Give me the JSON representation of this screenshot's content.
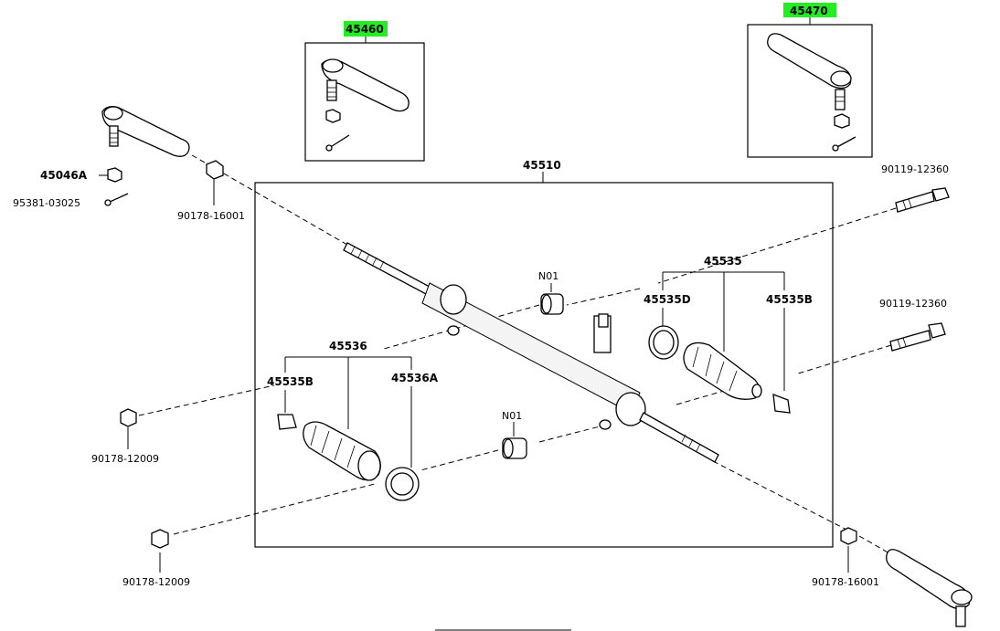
{
  "colors": {
    "highlight": "#22ee22",
    "ink": "#000000",
    "background": "#ffffff"
  },
  "labels": {
    "p45460": "45460",
    "p45470": "45470",
    "p45510": "45510",
    "p45046A": "45046A",
    "p95381": "95381-03025",
    "p90178_16001_left": "90178-16001",
    "p90178_16001_right": "90178-16001",
    "p90119_top": "90119-12360",
    "p90119_mid": "90119-12360",
    "p45535": "45535",
    "p45535D": "45535D",
    "p45535B_right": "45535B",
    "p45536": "45536",
    "p45535B_left": "45535B",
    "p45536A": "45536A",
    "pN01_top": "N01",
    "pN01_bottom": "N01",
    "p90178_12009_upper": "90178-12009",
    "p90178_12009_lower": "90178-12009"
  }
}
